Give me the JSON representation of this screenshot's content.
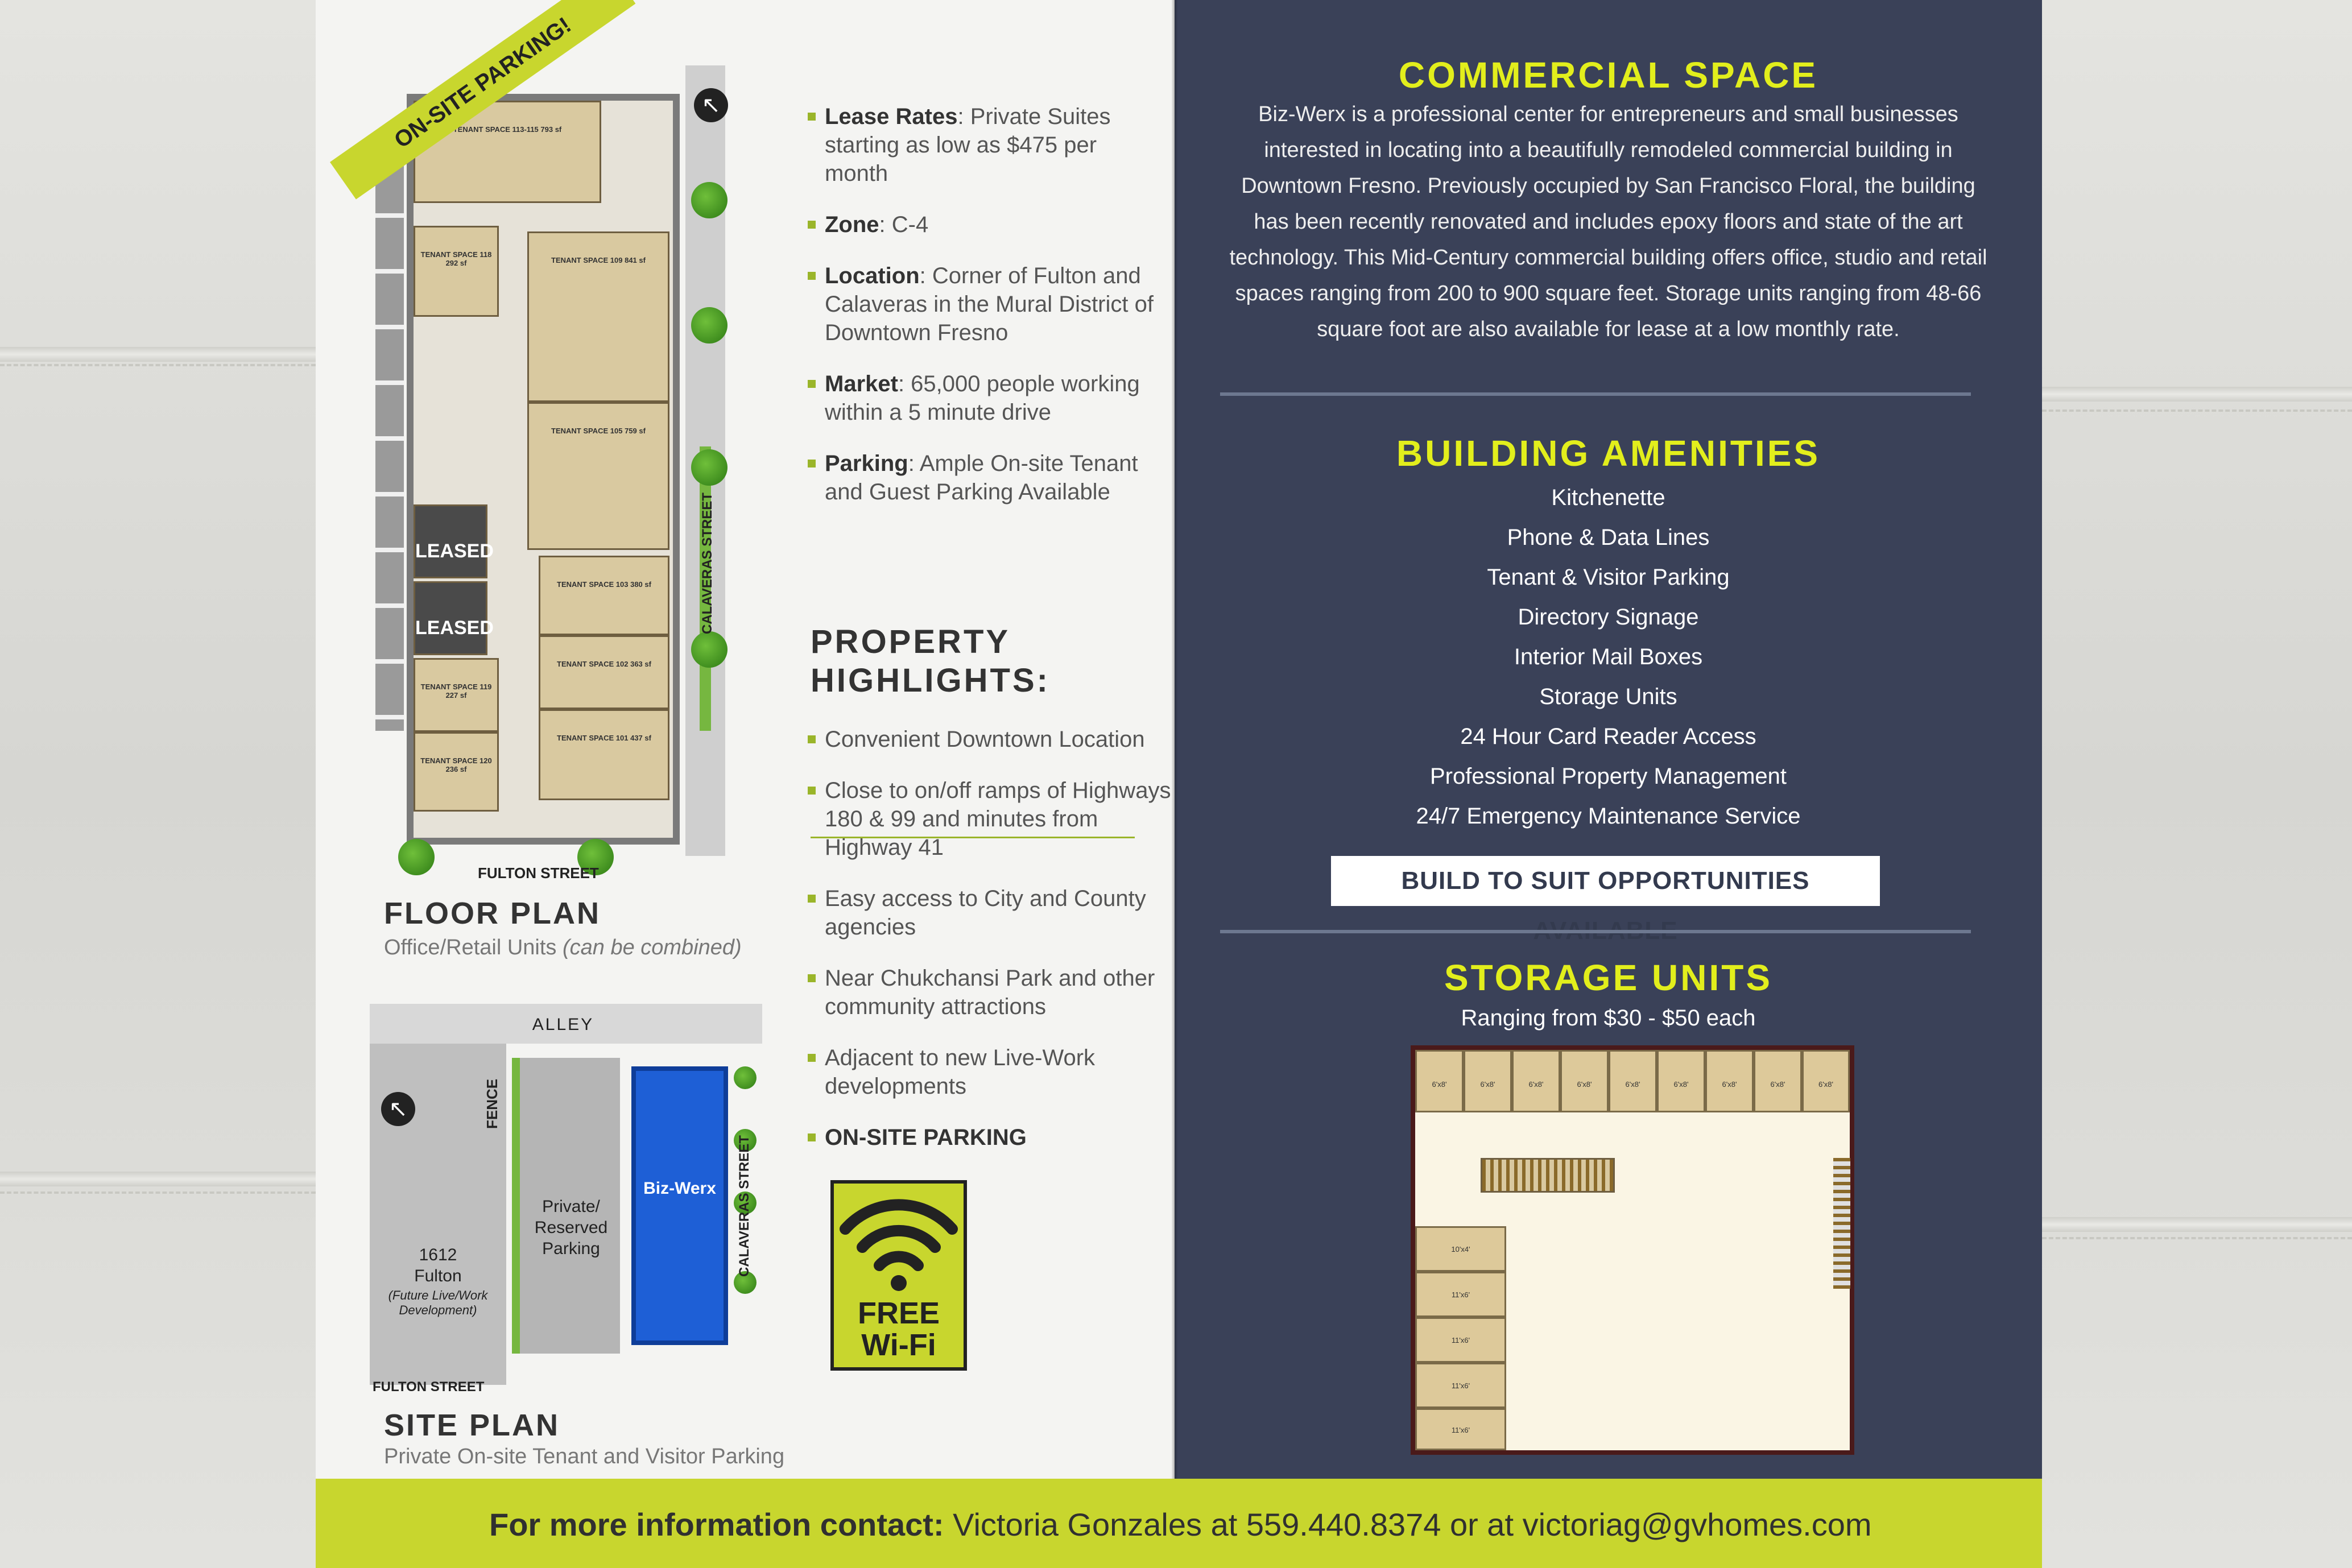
{
  "floor_plan": {
    "banner": "ON-SITE PARKING!",
    "street_bottom": "FULTON STREET",
    "street_right": "CALAVERAS STREET",
    "units": [
      "TENANT SPACE 113-115 793 sf",
      "TENANT SPACE 118 292 sf",
      "TENANT SPACE 109 841 sf",
      "TENANT SPACE 105 759 sf",
      "TENANT SPACE 103 380 sf",
      "TENANT SPACE 102 363 sf",
      "TENANT SPACE 101 437 sf",
      "TENANT SPACE 119 227 sf",
      "TENANT SPACE 120 236 sf"
    ],
    "leased": "LEASED",
    "heading": "FLOOR PLAN",
    "caption_main": "Office/Retail Units",
    "caption_italic": "(can be combined)"
  },
  "site_plan": {
    "alley": "ALLEY",
    "fence": "FENCE",
    "street_bottom": "FULTON STREET",
    "street_right": "CALAVERAS STREET",
    "lot_lines": [
      "1612",
      "Fulton"
    ],
    "lot_note": "(Future Live/Work Development)",
    "parking_lines": [
      "Private/",
      "Reserved",
      "Parking"
    ],
    "building": "Biz-Werx",
    "heading": "SITE PLAN",
    "caption": "Private On-site Tenant and Visitor Parking"
  },
  "bullets": [
    {
      "label": "Lease Rates",
      "text": ": Private Suites starting as low as $475 per month"
    },
    {
      "label": "Zone",
      "text": ": C-4"
    },
    {
      "label": "Location",
      "text": ": Corner of Fulton and Calaveras in the Mural District of Downtown Fresno"
    },
    {
      "label": "Market",
      "text": ": 65,000 people working within a 5 minute drive"
    },
    {
      "label": "Parking",
      "text": ": Ample On-site Tenant and Guest Parking Available"
    }
  ],
  "highlights": {
    "title_line1": "PROPERTY",
    "title_line2": "HIGHLIGHTS:",
    "items": [
      "Convenient Downtown Location",
      "Close to on/off ramps of Highways 180 & 99 and minutes from Highway 41",
      "Easy access to City and County agencies",
      "Near Chukchansi Park and other community attractions",
      "Adjacent to new Live-Work developments",
      "ON-SITE PARKING"
    ]
  },
  "wifi": {
    "line1": "FREE",
    "line2": "Wi-Fi"
  },
  "commercial": {
    "title": "COMMERCIAL SPACE",
    "body": "Biz-Werx is a professional center for entrepreneurs and small businesses interested in locating into a beautifully remodeled commercial building in Downtown Fresno. Previously occupied by San Francisco Floral, the building has been recently renovated and includes epoxy floors and state of the art technology. This Mid-Century commercial building offers office, studio and retail spaces ranging from 200 to 900 square feet. Storage units ranging from 48-66 square foot are also available for lease at a low monthly rate."
  },
  "amenities": {
    "title": "BUILDING AMENITIES",
    "items": [
      "Kitchenette",
      "Phone & Data Lines",
      "Tenant & Visitor Parking",
      "Directory Signage",
      "Interior Mail Boxes",
      "Storage Units",
      "24 Hour Card Reader Access",
      "Professional Property Management",
      "24/7 Emergency Maintenance Service"
    ],
    "button": "BUILD TO SUIT OPPORTUNITIES AVAILABLE"
  },
  "storage": {
    "title": "STORAGE UNITS",
    "subtitle": "Ranging from $30 - $50 each",
    "top_units": [
      "6'x8'",
      "6'x8'",
      "6'x8'",
      "6'x8'",
      "6'x8'",
      "6'x8'",
      "6'x8'",
      "6'x8'",
      "6'x8'"
    ],
    "side_units": [
      "10'x4'",
      "11'x6'",
      "11'x6'",
      "11'x6'",
      "11'x6'"
    ]
  },
  "footer": {
    "label": "For more information contact:",
    "text": " Victoria Gonzales at 559.440.8374 or at victoriag@gvhomes.com"
  }
}
